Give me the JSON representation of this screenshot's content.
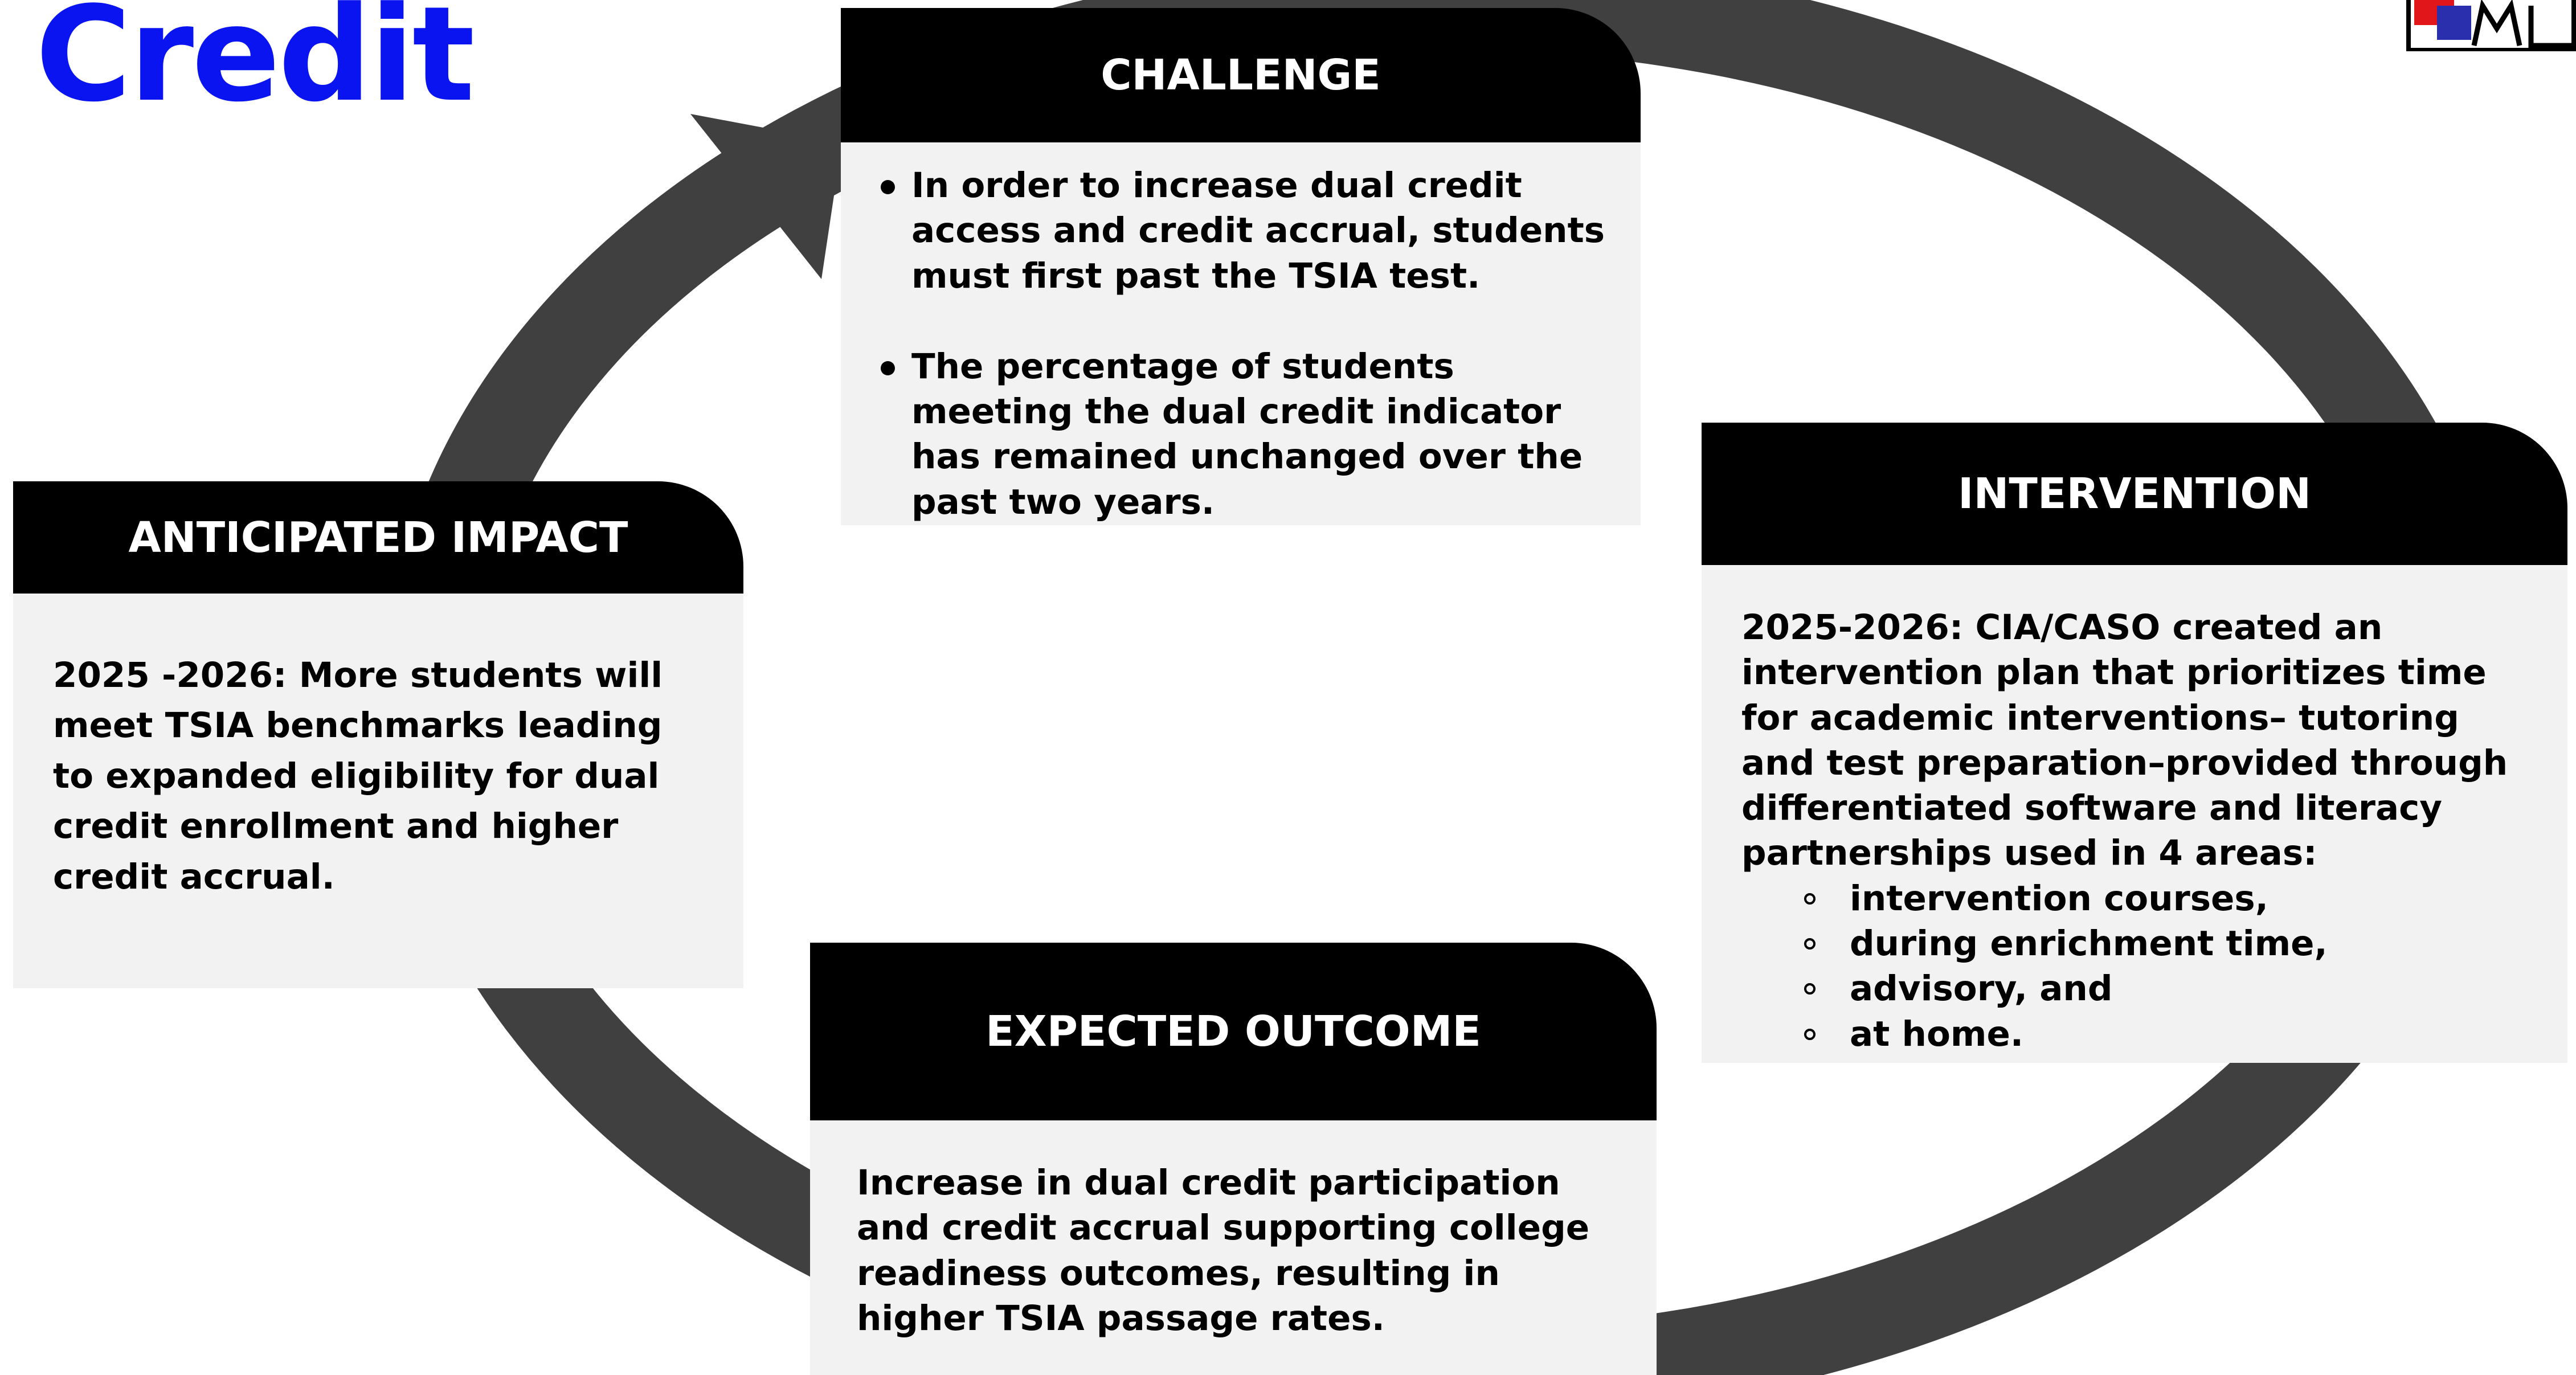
{
  "page_title": "Credit",
  "colors": {
    "title": "#0a14f0",
    "arrow": "#404040",
    "header_bg": "#000000",
    "header_text": "#ffffff",
    "body_bg": "#f2f2f2",
    "logo_red": "#e0161b",
    "logo_blue": "#2a2fae"
  },
  "logo": {
    "icon": "district-logo-icon"
  },
  "boxes": {
    "challenge": {
      "heading": "CHALLENGE",
      "bullets": [
        "In order to increase dual credit access and credit accrual, students must first past the TSIA test.",
        "The percentage of students meeting the dual credit indicator has remained unchanged over the past two years."
      ]
    },
    "intervention": {
      "heading": "INTERVENTION",
      "text": "2025-2026: CIA/CASO created an intervention plan that prioritizes time for academic interventions– tutoring and test preparation–provided through differentiated software and literacy partnerships used in 4 areas:",
      "sub_items": [
        "intervention courses,",
        "during enrichment time,",
        "advisory, and",
        "at home."
      ]
    },
    "outcome": {
      "heading": "EXPECTED OUTCOME",
      "text": "Increase in dual credit participation and credit accrual supporting college readiness outcomes, resulting in higher TSIA passage rates."
    },
    "impact": {
      "heading": "ANTICIPATED IMPACT",
      "text": "2025 -2026: More students will meet TSIA benchmarks leading to expanded eligibility for dual credit enrollment and higher credit accrual."
    }
  }
}
